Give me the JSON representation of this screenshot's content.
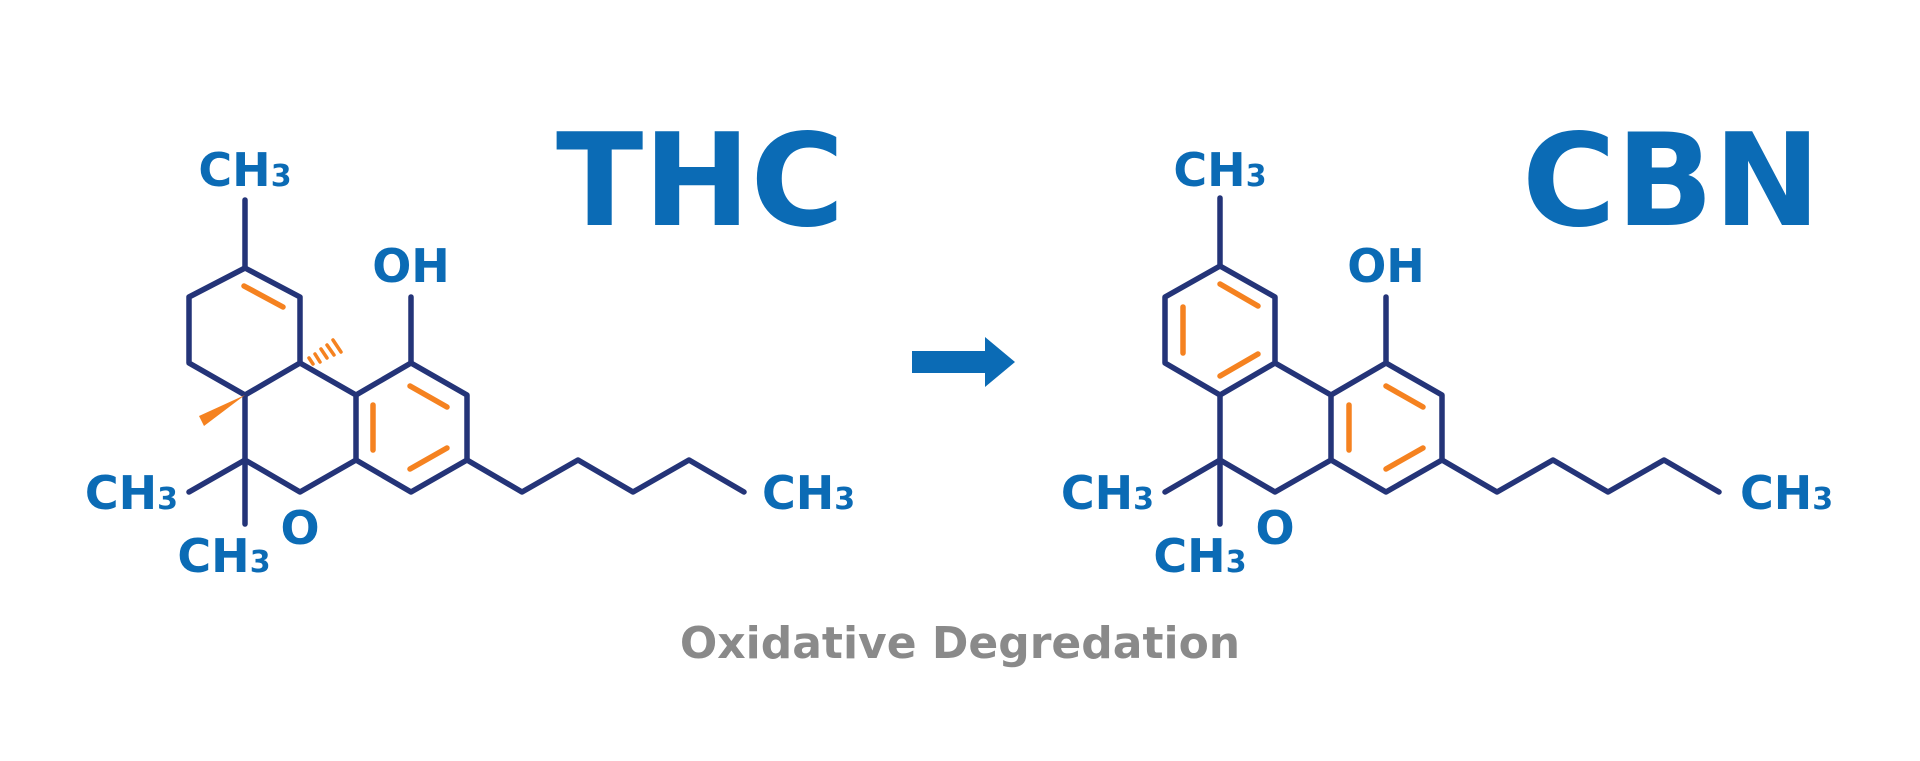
{
  "thc": {
    "title": "THC",
    "labels": {
      "methyl_top": "CH3",
      "hydroxyl": "OH",
      "methyl_left": "CH3",
      "methyl_bottom": "CH3",
      "oxygen": "O",
      "pentyl_end": "CH3"
    }
  },
  "cbn": {
    "title": "CBN",
    "labels": {
      "methyl_top": "CH3",
      "hydroxyl": "OH",
      "methyl_left": "CH3",
      "methyl_bottom": "CH3",
      "oxygen": "O",
      "pentyl_end": "CH3"
    }
  },
  "reaction": {
    "caption": "Oxidative Degredation",
    "arrow_icon": "right-arrow"
  },
  "colors": {
    "bond": "#243478",
    "double_bond": "#f58220",
    "label": "#0b6bb5",
    "caption": "#8a8a8a"
  }
}
